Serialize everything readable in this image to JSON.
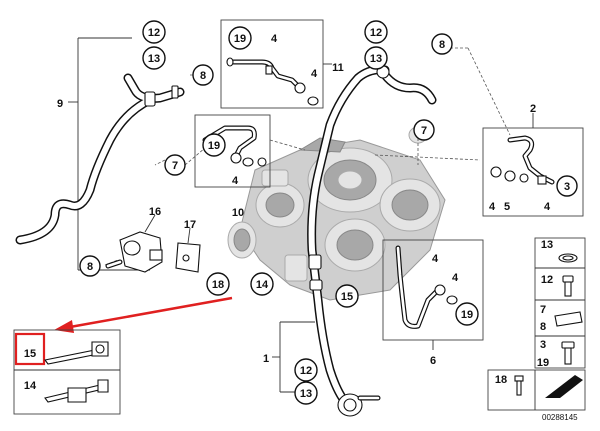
{
  "diagram": {
    "callouts": [
      {
        "id": "c12a",
        "text": "12",
        "circled": true
      },
      {
        "id": "c13a",
        "text": "13",
        "circled": true
      },
      {
        "id": "c9",
        "text": "9",
        "circled": false
      },
      {
        "id": "c8a",
        "text": "8",
        "circled": true
      },
      {
        "id": "c19a",
        "text": "19",
        "circled": true
      },
      {
        "id": "c4a",
        "text": "4",
        "circled": false
      },
      {
        "id": "c4b",
        "text": "4",
        "circled": false
      },
      {
        "id": "c11",
        "text": "11",
        "circled": false
      },
      {
        "id": "c12b",
        "text": "12",
        "circled": true
      },
      {
        "id": "c13b",
        "text": "13",
        "circled": true
      },
      {
        "id": "c8b",
        "text": "8",
        "circled": true
      },
      {
        "id": "c2",
        "text": "2",
        "circled": false
      },
      {
        "id": "c19b",
        "text": "19",
        "circled": true
      },
      {
        "id": "c7a",
        "text": "7",
        "circled": true
      },
      {
        "id": "c4c",
        "text": "4",
        "circled": false
      },
      {
        "id": "c7b",
        "text": "7",
        "circled": true
      },
      {
        "id": "c10",
        "text": "10",
        "circled": false
      },
      {
        "id": "c4d",
        "text": "4",
        "circled": false
      },
      {
        "id": "c5",
        "text": "5",
        "circled": false
      },
      {
        "id": "c4e",
        "text": "4",
        "circled": false
      },
      {
        "id": "c3",
        "text": "3",
        "circled": true
      },
      {
        "id": "c16",
        "text": "16",
        "circled": false
      },
      {
        "id": "c17",
        "text": "17",
        "circled": false
      },
      {
        "id": "c8c",
        "text": "8",
        "circled": true
      },
      {
        "id": "c18a",
        "text": "18",
        "circled": true
      },
      {
        "id": "c14a",
        "text": "14",
        "circled": true
      },
      {
        "id": "c15a",
        "text": "15",
        "circled": true
      },
      {
        "id": "c4f",
        "text": "4",
        "circled": false
      },
      {
        "id": "c4g",
        "text": "4",
        "circled": false
      },
      {
        "id": "c19c",
        "text": "19",
        "circled": true
      },
      {
        "id": "c6",
        "text": "6",
        "circled": false
      },
      {
        "id": "c1",
        "text": "1",
        "circled": false
      },
      {
        "id": "c12c",
        "text": "12",
        "circled": true
      },
      {
        "id": "c13c",
        "text": "13",
        "circled": true
      },
      {
        "id": "c15b",
        "text": "15",
        "circled": false
      },
      {
        "id": "c14b",
        "text": "14",
        "circled": false
      }
    ],
    "legend": [
      {
        "id": "l13",
        "text": "13"
      },
      {
        "id": "l12",
        "text": "12"
      },
      {
        "id": "l7",
        "text": "7"
      },
      {
        "id": "l8",
        "text": "8"
      },
      {
        "id": "l3",
        "text": "3"
      },
      {
        "id": "l19",
        "text": "19"
      },
      {
        "id": "l18",
        "text": "18"
      }
    ],
    "diagram_number": "00288145",
    "highlight_color": "#e02020",
    "line_color": "#111111"
  }
}
